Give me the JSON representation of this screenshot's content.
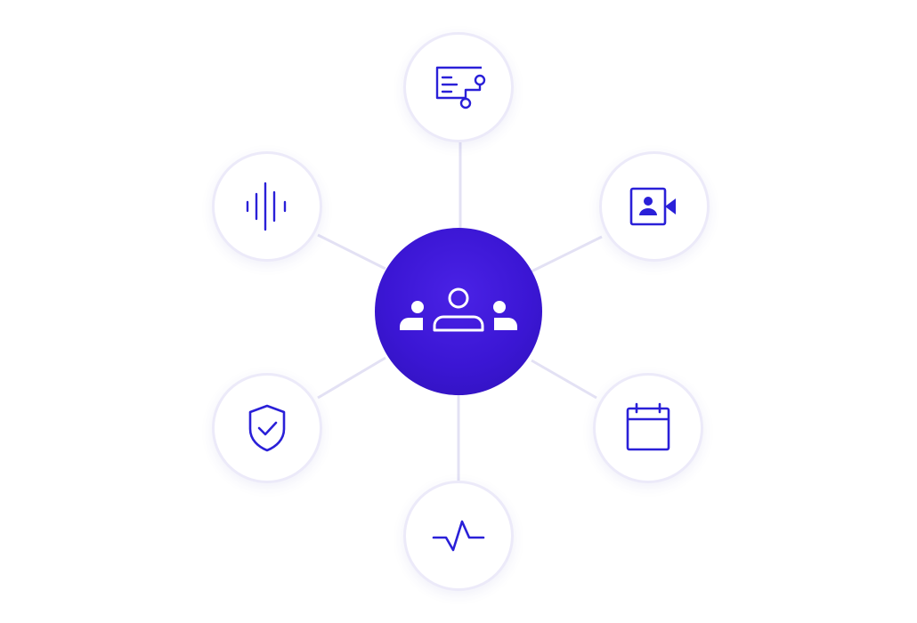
{
  "diagram": {
    "hub": {
      "icon": "team-users-icon"
    },
    "nodes": [
      {
        "id": "workflow",
        "icon": "workflow-document-icon"
      },
      {
        "id": "video",
        "icon": "video-call-icon"
      },
      {
        "id": "calendar",
        "icon": "calendar-icon"
      },
      {
        "id": "activity",
        "icon": "activity-pulse-icon"
      },
      {
        "id": "security",
        "icon": "shield-check-icon"
      },
      {
        "id": "audio",
        "icon": "audio-waveform-icon"
      }
    ],
    "colors": {
      "hub": "#3b16d4",
      "icon_stroke": "#2a20d8",
      "hub_icon": "#ffffff",
      "connector": "#e3e1f4",
      "node_border": "#eceaf9"
    }
  }
}
